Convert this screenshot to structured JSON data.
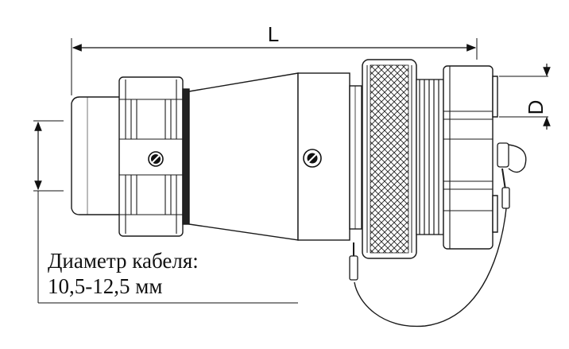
{
  "labels": {
    "length": "L",
    "diameter": "D",
    "cable_diameter_line1": "Диаметр кабеля:",
    "cable_diameter_line2": "10,5-12,5 мм"
  }
}
